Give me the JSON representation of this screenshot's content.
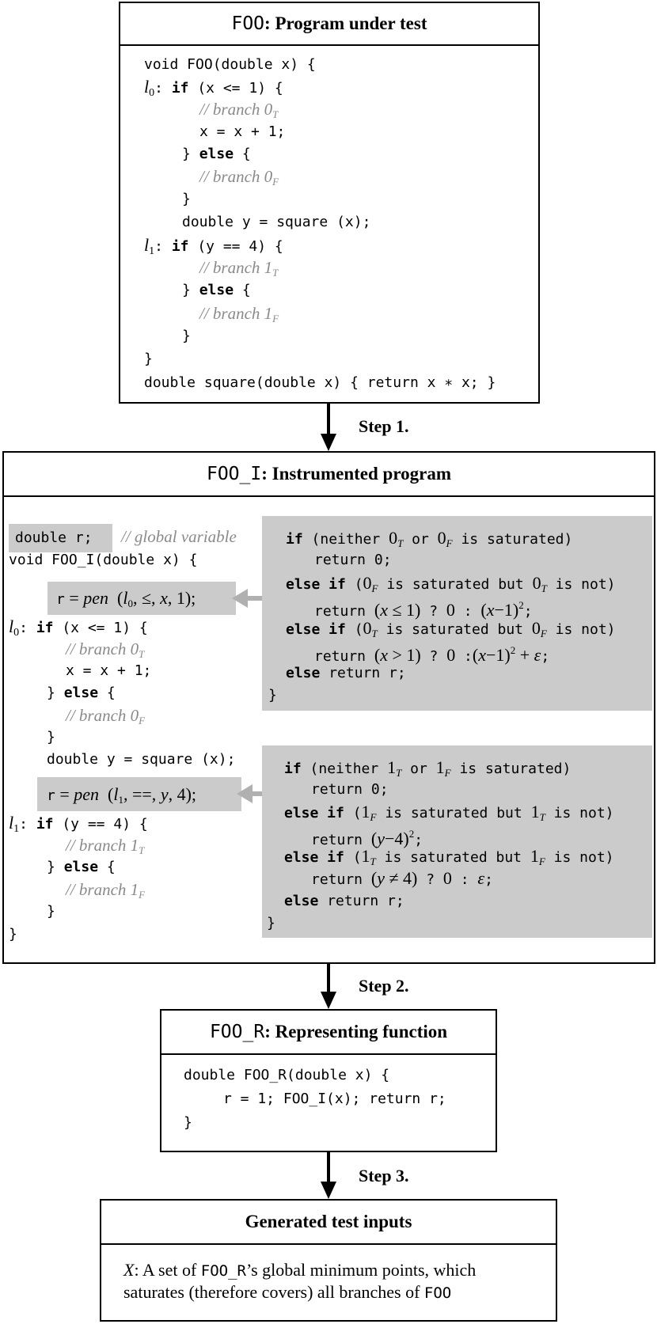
{
  "box1": {
    "title_mono": "FOO",
    "title_text": ": Program under test",
    "lines": [
      "void FOO(double x) {",
      ": ",
      "if",
      " (x <= 1) {",
      "// branch 0",
      "x = x + 1;",
      "} ",
      "else",
      " {",
      "// branch 0",
      "}",
      "double y = square (x);",
      ": ",
      "if",
      " (y == 4) {",
      "// branch 1",
      "} ",
      "else",
      " {",
      "// branch 1",
      "}",
      "}",
      "double square(double x) { return x ∗ x; }"
    ]
  },
  "step1": "Step 1.",
  "box2": {
    "title_mono": "FOO_I",
    "title_text": ": Instrumented program",
    "global_decl": "double r;",
    "global_comment": "// global variable",
    "fn_header": "void FOO_I(double x) {",
    "pen0_call": "r = pen (l0, ≤, x, 1);",
    "pen1_call": "r = pen (l1, ==, y, 4);",
    "closing": "}",
    "sq_line": "double y = square (x);",
    "inc_line": "x = x + 1;",
    "pen0_body": {
      "l1": "(neither 0T or 0F is saturated)",
      "l2": "return 0;",
      "l3": "(0F is saturated but 0T is not)",
      "l4": "return (x ≤ 1) ? 0 : (x−1)2;",
      "l5": "(0T is saturated but 0F is not)",
      "l6": "return (x > 1) ? 0 : (x−1)2 + ε;",
      "l7": "return r;",
      "l8": "}"
    },
    "pen1_body": {
      "l1": "(neither 1T or 1F is saturated)",
      "l2": "return 0;",
      "l3": "(1F is saturated but 1T is not)",
      "l4": "return (y−4)2;",
      "l5": "(1T is saturated but 1F is not)",
      "l6": "return (y ≠ 4) ? 0 : ε;",
      "l7": "return r;",
      "l8": "}"
    },
    "keywords": {
      "if": "if",
      "else": "else",
      "else_if": "else if"
    }
  },
  "step2": "Step 2.",
  "box3": {
    "title_mono": "FOO_R",
    "title_text": ": Representing function",
    "l1": "double FOO_R(double x) {",
    "l2": "r = 1; FOO_I(x); return r;",
    "l3": "}"
  },
  "step3": "Step 3.",
  "box4": {
    "title": "Generated test inputs",
    "x_var": "X",
    "line1_a": ": A set of ",
    "line1_mono": "FOO_R",
    "line1_b": "’s global minimum points, which",
    "line2_a": "saturates (therefore covers) all branches of ",
    "line2_mono": "FOO"
  }
}
